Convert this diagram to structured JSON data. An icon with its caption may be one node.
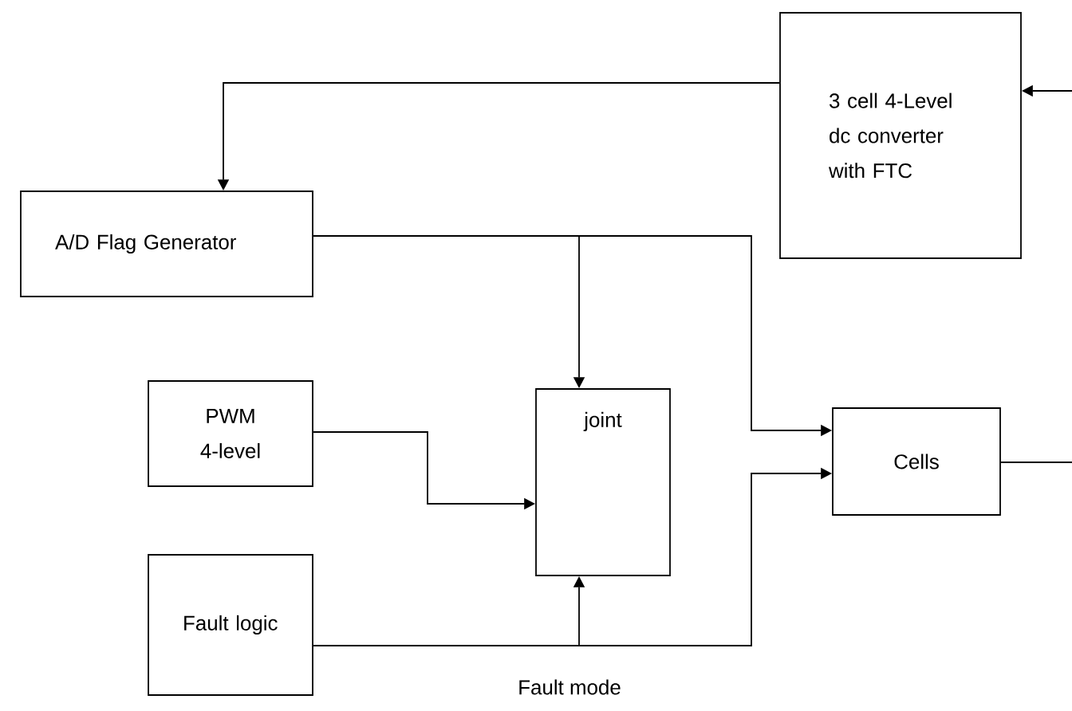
{
  "diagram": {
    "nodes": [
      {
        "text": [
          "3 cell 4-Level dc converter with FTC"
        ]
      },
      {
        "text": [
          "A/D Flag Generator"
        ]
      },
      {
        "text": [
          "PWM 4-level"
        ]
      },
      {
        "text": [
          "joint"
        ]
      },
      {
        "text": [
          "Cells"
        ]
      },
      {
        "text": [
          "Fault logic"
        ]
      }
    ],
    "edges": [
      {
        "from": null,
        "to": 0,
        "arrow": "to"
      },
      {
        "from": 0,
        "to": 1,
        "arrow": "to"
      },
      {
        "from": 1,
        "to": 3,
        "arrow": "to"
      },
      {
        "from": 1,
        "to": 4,
        "arrow": "to"
      },
      {
        "from": 2,
        "to": 3,
        "arrow": "to"
      },
      {
        "from": 5,
        "to": 3,
        "arrow": "to"
      },
      {
        "from": 5,
        "to": 4,
        "arrow": "to",
        "label": "Fault mode"
      },
      {
        "from": 4,
        "to": null,
        "arrow": "none"
      }
    ]
  }
}
